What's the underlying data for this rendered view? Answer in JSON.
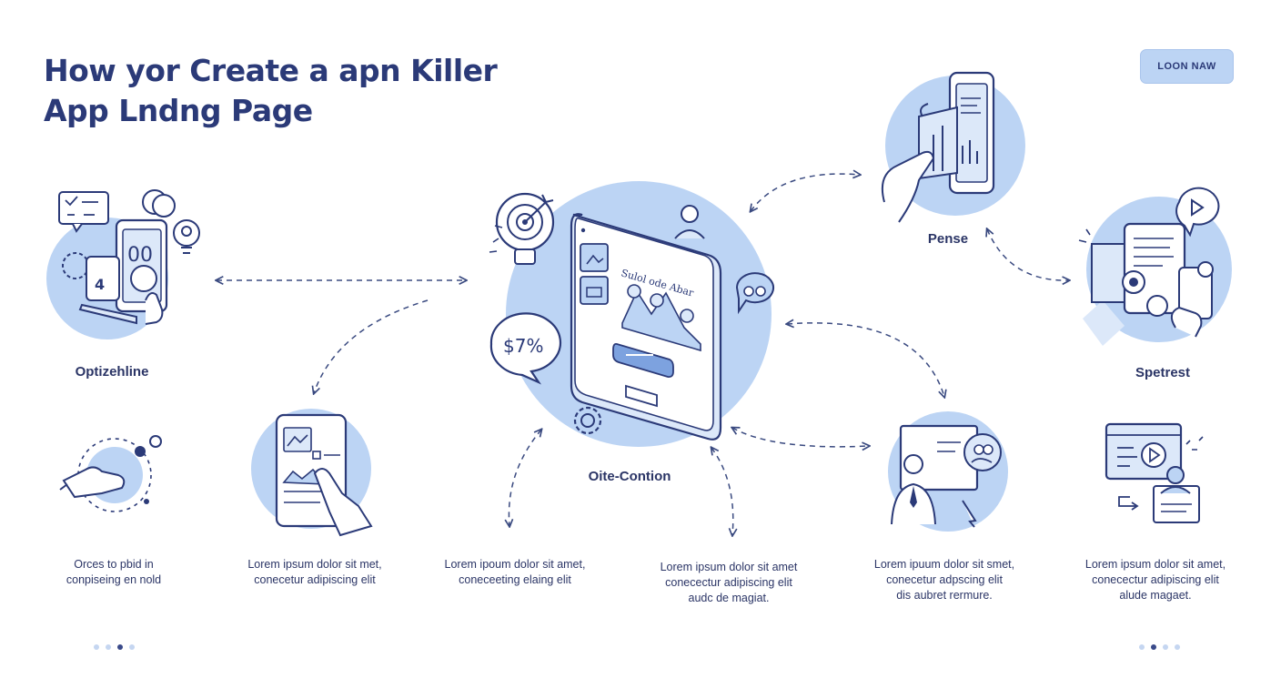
{
  "header": {
    "title_line1": "How yor Create a apn Killer",
    "title_line2": "App Lndng Page",
    "cta_label": "LOON NAW"
  },
  "nodes": {
    "optimize": {
      "label": "Optizehline"
    },
    "central": {
      "label": "Oite-Contion",
      "price_bubble": "$7%",
      "screen_heading": "Sulol ode Abar"
    },
    "pense": {
      "label": "Pense"
    },
    "spetrest": {
      "label": "Spetrest"
    },
    "leftdevice": {
      "badge": "4",
      "screen_text": "00"
    }
  },
  "descriptions": [
    {
      "line1": "Orces to pbid in",
      "line2": "conpiseing en nold",
      "line3": ""
    },
    {
      "line1": "Lorem ipsum dolor sit met,",
      "line2": "conecetur adipiscing elit",
      "line3": ""
    },
    {
      "line1": "Lorem ipoum dolor sit amet,",
      "line2": "coneceeting elaing elit",
      "line3": ""
    },
    {
      "line1": "Lorem ipsum dolor sit amet",
      "line2": "conecectur adipiscing elit",
      "line3": "audc de magiat."
    },
    {
      "line1": "Lorem ipuum dolor sit smet,",
      "line2": "conecetur adpscing elit",
      "line3": "dis aubret rermure."
    },
    {
      "line1": "Lorem ipsum dolor sit amet,",
      "line2": "conecectur adipiscing elit",
      "line3": "alude magaet."
    }
  ],
  "pagination": {
    "left": [
      false,
      false,
      true,
      false
    ],
    "right": [
      false,
      true,
      false,
      false
    ]
  },
  "colors": {
    "navy": "#2b3a78",
    "circle_fill": "#bcd4f4",
    "light_fill": "#dce8f9",
    "dash": "#3a4a80"
  }
}
